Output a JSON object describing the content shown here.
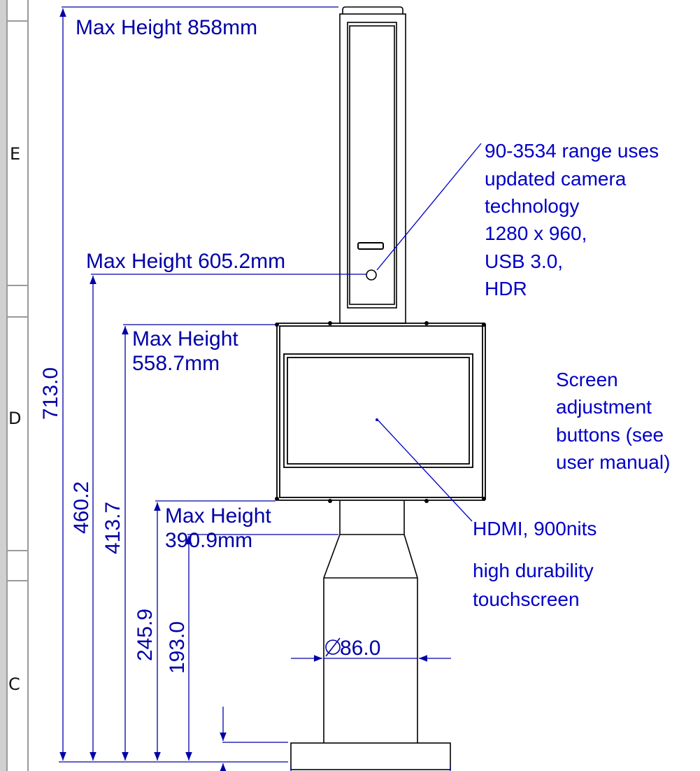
{
  "zones": [
    "E",
    "D",
    "C"
  ],
  "dimensions": {
    "max_height_1": "Max Height 858mm",
    "max_height_2": "Max Height 605.2mm",
    "max_height_3": [
      "Max Height",
      "558.7mm"
    ],
    "max_height_4": [
      "Max Height",
      "390.9mm"
    ],
    "overall": "713.0",
    "d460": "460.2",
    "d413": "413.7",
    "d245": "245.9",
    "d193": "193.0",
    "diameter": "86.0"
  },
  "notes": {
    "camera": [
      "90-3534 range uses",
      "updated camera",
      "technology",
      "1280 x 960,",
      "USB 3.0,",
      "HDR"
    ],
    "screen_buttons": [
      "Screen",
      "adjustment",
      "buttons (see",
      "user manual)"
    ],
    "screen": [
      "HDMI, 900nits",
      "high durability",
      "touchscreen"
    ]
  },
  "colors": {
    "dimension": "#0000a8",
    "drawing": "#000000",
    "frame": "#c0c0c0"
  }
}
